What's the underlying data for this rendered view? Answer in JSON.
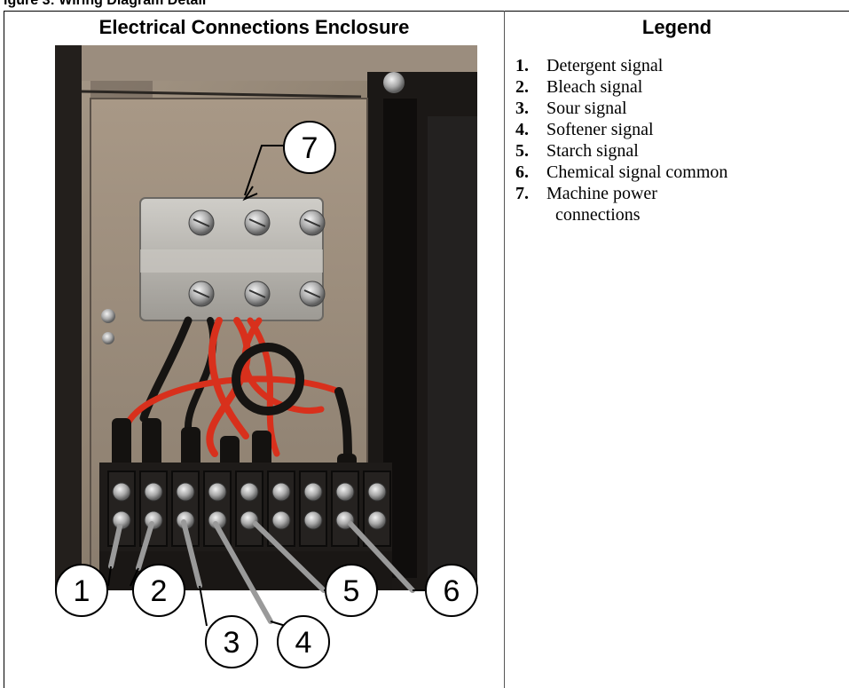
{
  "figure": {
    "partial_header": "igure 3: Wiring Diagram Detail",
    "left_title": "Electrical Connections Enclosure",
    "legend_title": "Legend"
  },
  "legend": [
    {
      "num": "1.",
      "text": "Detergent signal",
      "cont": ""
    },
    {
      "num": "2.",
      "text": "Bleach signal",
      "cont": ""
    },
    {
      "num": "3.",
      "text": "Sour signal",
      "cont": ""
    },
    {
      "num": "4.",
      "text": "Softener signal",
      "cont": ""
    },
    {
      "num": "5.",
      "text": "Starch signal",
      "cont": ""
    },
    {
      "num": "6.",
      "text": "Chemical signal common",
      "cont": ""
    },
    {
      "num": "7.",
      "text": "Machine power",
      "cont": "connections"
    }
  ],
  "callouts": [
    "1",
    "2",
    "3",
    "4",
    "5",
    "6",
    "7"
  ],
  "colors": {
    "enclosure_metal": "#9a8a78",
    "enclosure_shadow": "#2a2622",
    "terminal_block": "#b3b1ac",
    "wire_red": "#d8301c",
    "wire_black": "#161412",
    "leader_gray": "#9a9a9a",
    "callout_circle": "#000000"
  }
}
